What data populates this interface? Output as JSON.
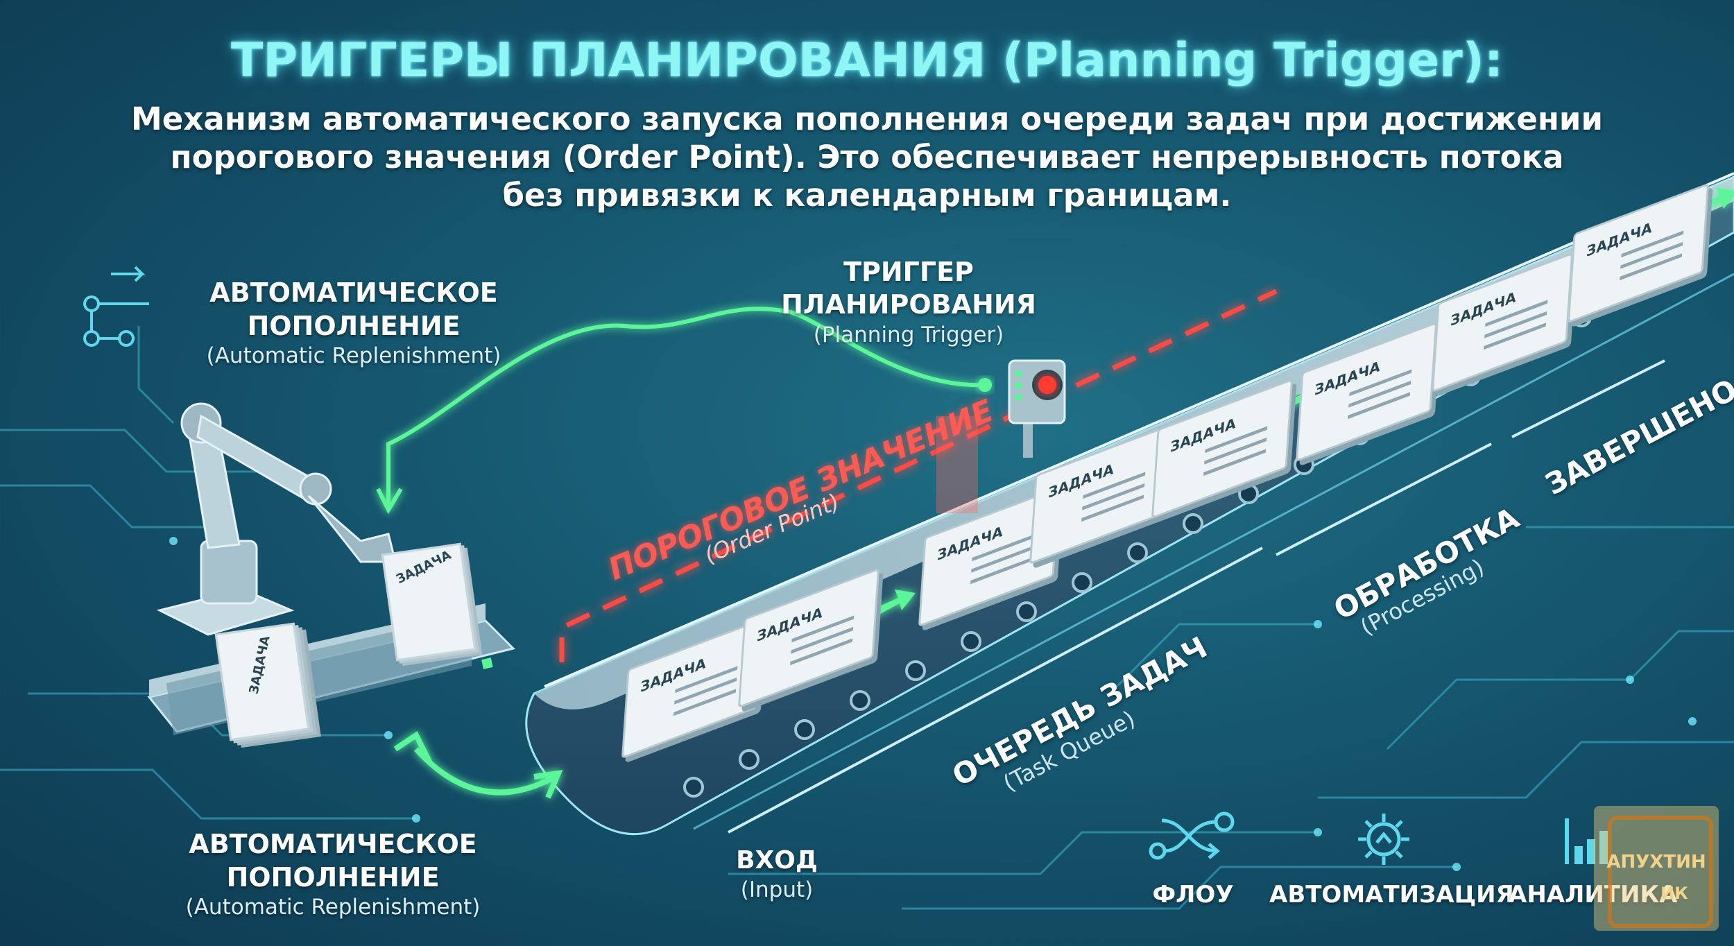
{
  "header": {
    "title": "ТРИГГЕРЫ ПЛАНИРОВАНИЯ (Planning Trigger):",
    "description_lines": [
      "Механизм автоматического запуска пополнения очереди задач при достижении",
      "порогового значения (Order Point). Это обеспечивает непрерывность потока",
      "без привязки к календарным границам."
    ]
  },
  "labels": {
    "auto_top": {
      "line1": "АВТОМАТИЧЕСКОЕ",
      "line2": "ПОПОЛНЕНИЕ",
      "sub": "(Automatic Replenishment)"
    },
    "auto_bottom": {
      "line1": "АВТОМАТИЧЕСКОЕ",
      "line2": "ПОПОЛНЕНИЕ",
      "sub": "(Automatic Replenishment)"
    },
    "trigger": {
      "line1": "ТРИГГЕР",
      "line2": "ПЛАНИРОВАНИЯ",
      "sub": "(Planning Trigger)"
    },
    "order_point": {
      "main": "ПОРОГОВОЕ ЗНАЧЕНИЕ",
      "sub": "(Order Point)"
    },
    "queue": {
      "main": "ОЧЕРЕДЬ ЗАДАЧ",
      "sub": "(Task Queue)"
    },
    "processing": {
      "main": "ОБРАБОТКА",
      "sub": "(Processing)"
    },
    "done": {
      "main": "ЗАВЕРШЕНО"
    },
    "input": {
      "main": "ВХОД",
      "sub": "(Input)"
    }
  },
  "task_card_label": "ЗАДАЧА",
  "footer": {
    "flow": "ФЛОУ",
    "automation": "АВТОМАТИЗАЦИЯ",
    "analytics": "АНАЛИТИКА"
  },
  "watermark": {
    "line1": "АПУХТИН",
    "line2": "ИК"
  },
  "colors": {
    "accent_cyan": "#8ff5f5",
    "arrow_green": "#5cf59a",
    "threshold_red": "#ff4b45",
    "card": "#eef4f6"
  }
}
